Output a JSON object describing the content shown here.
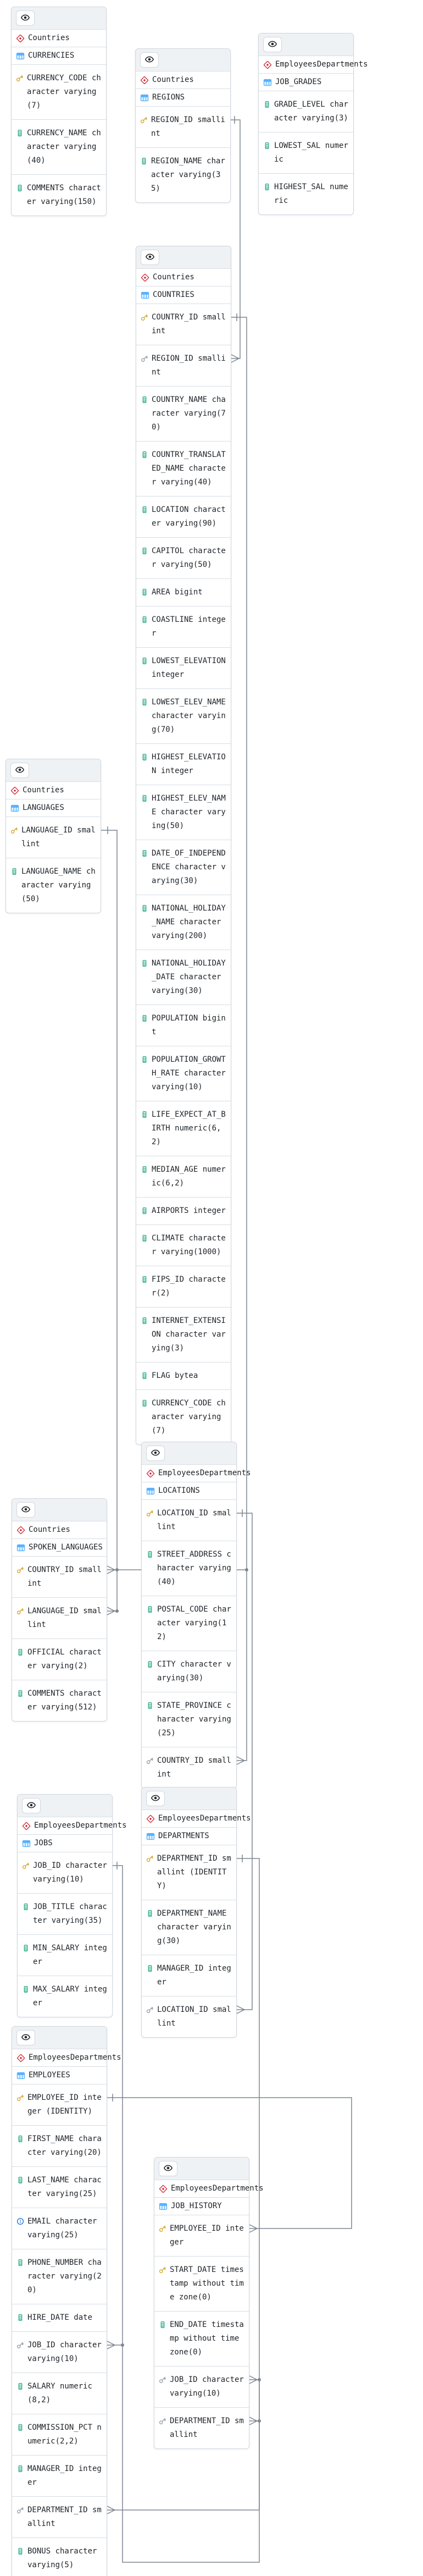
{
  "diagram": {
    "type": "entity-relationship-diagram",
    "schemas": [
      "Countries",
      "EmployeesDepartments"
    ],
    "colors": {
      "schema_icon": "#cf222e",
      "table_icon": "#54aeff",
      "primary_key_icon": "#d4a72c",
      "foreign_key_icon": "#979fa7",
      "column_icon": "#26a480",
      "unique_icon": "#0969da",
      "relationship_line": "#7d8590",
      "card_border": "#d0d7de",
      "header_bg": "#eff2f5"
    }
  },
  "tables": [
    {
      "id": "currencies",
      "schema": "Countries",
      "name": "CURRENCIES",
      "fields": [
        {
          "icon": "primary-key-icon",
          "text": "CURRENCY_CODE character varying(7)"
        },
        {
          "icon": "column-icon",
          "text": "CURRENCY_NAME character varying(40)"
        },
        {
          "icon": "column-icon",
          "text": "COMMENTS character varying(150)"
        }
      ]
    },
    {
      "id": "regions",
      "schema": "Countries",
      "name": "REGIONS",
      "fields": [
        {
          "icon": "primary-key-icon",
          "text": "REGION_ID smallint"
        },
        {
          "icon": "column-icon",
          "text": "REGION_NAME character varying(35)"
        }
      ]
    },
    {
      "id": "job_grades",
      "schema": "EmployeesDepartments",
      "name": "JOB_GRADES",
      "fields": [
        {
          "icon": "column-icon",
          "text": "GRADE_LEVEL character varying(3)"
        },
        {
          "icon": "column-icon",
          "text": "LOWEST_SAL numeric"
        },
        {
          "icon": "column-icon",
          "text": "HIGHEST_SAL numeric"
        }
      ]
    },
    {
      "id": "countries",
      "schema": "Countries",
      "name": "COUNTRIES",
      "fields": [
        {
          "icon": "primary-key-icon",
          "text": "COUNTRY_ID smallint"
        },
        {
          "icon": "foreign-key-icon",
          "text": "REGION_ID smallint"
        },
        {
          "icon": "column-icon",
          "text": "COUNTRY_NAME character varying(70)"
        },
        {
          "icon": "column-icon",
          "text": "COUNTRY_TRANSLATED_NAME character varying(40)"
        },
        {
          "icon": "column-icon",
          "text": "LOCATION character varying(90)"
        },
        {
          "icon": "column-icon",
          "text": "CAPITOL character varying(50)"
        },
        {
          "icon": "column-icon",
          "text": "AREA bigint"
        },
        {
          "icon": "column-icon",
          "text": "COASTLINE integer"
        },
        {
          "icon": "column-icon",
          "text": "LOWEST_ELEVATION integer"
        },
        {
          "icon": "column-icon",
          "text": "LOWEST_ELEV_NAME character varying(70)"
        },
        {
          "icon": "column-icon",
          "text": "HIGHEST_ELEVATION integer"
        },
        {
          "icon": "column-icon",
          "text": "HIGHEST_ELEV_NAME character varying(50)"
        },
        {
          "icon": "column-icon",
          "text": "DATE_OF_INDEPENDENCE character varying(30)"
        },
        {
          "icon": "column-icon",
          "text": "NATIONAL_HOLIDAY_NAME character varying(200)"
        },
        {
          "icon": "column-icon",
          "text": "NATIONAL_HOLIDAY_DATE character varying(30)"
        },
        {
          "icon": "column-icon",
          "text": "POPULATION bigint"
        },
        {
          "icon": "column-icon",
          "text": "POPULATION_GROWTH_RATE character varying(10)"
        },
        {
          "icon": "column-icon",
          "text": "LIFE_EXPECT_AT_BIRTH numeric(6,2)"
        },
        {
          "icon": "column-icon",
          "text": "MEDIAN_AGE numeric(6,2)"
        },
        {
          "icon": "column-icon",
          "text": "AIRPORTS integer"
        },
        {
          "icon": "column-icon",
          "text": "CLIMATE character varying(1000)"
        },
        {
          "icon": "column-icon",
          "text": "FIPS_ID character(2)"
        },
        {
          "icon": "column-icon",
          "text": "INTERNET_EXTENSION character varying(3)"
        },
        {
          "icon": "column-icon",
          "text": "FLAG bytea"
        },
        {
          "icon": "column-icon",
          "text": "CURRENCY_CODE character varying(7)"
        }
      ]
    },
    {
      "id": "languages",
      "schema": "Countries",
      "name": "LANGUAGES",
      "fields": [
        {
          "icon": "primary-key-icon",
          "text": "LANGUAGE_ID smallint"
        },
        {
          "icon": "column-icon",
          "text": "LANGUAGE_NAME character varying(50)"
        }
      ]
    },
    {
      "id": "locations",
      "schema": "EmployeesDepartments",
      "name": "LOCATIONS",
      "fields": [
        {
          "icon": "primary-key-icon",
          "text": "LOCATION_ID smallint"
        },
        {
          "icon": "column-icon",
          "text": "STREET_ADDRESS character varying(40)"
        },
        {
          "icon": "column-icon",
          "text": "POSTAL_CODE character varying(12)"
        },
        {
          "icon": "column-icon",
          "text": "CITY character varying(30)"
        },
        {
          "icon": "column-icon",
          "text": "STATE_PROVINCE character varying(25)"
        },
        {
          "icon": "foreign-key-icon",
          "text": "COUNTRY_ID smallint"
        }
      ]
    },
    {
      "id": "spoken_languages",
      "schema": "Countries",
      "name": "SPOKEN_LANGUAGES",
      "fields": [
        {
          "icon": "primary-key-icon",
          "text": "COUNTRY_ID smallint"
        },
        {
          "icon": "primary-key-icon",
          "text": "LANGUAGE_ID smallint"
        },
        {
          "icon": "column-icon",
          "text": "OFFICIAL character varying(2)"
        },
        {
          "icon": "column-icon",
          "text": "COMMENTS character varying(512)"
        }
      ]
    },
    {
      "id": "jobs",
      "schema": "EmployeesDepartments",
      "name": "JOBS",
      "fields": [
        {
          "icon": "primary-key-icon",
          "text": "JOB_ID character varying(10)"
        },
        {
          "icon": "column-icon",
          "text": "JOB_TITLE character varying(35)"
        },
        {
          "icon": "column-icon",
          "text": "MIN_SALARY integer"
        },
        {
          "icon": "column-icon",
          "text": "MAX_SALARY integer"
        }
      ]
    },
    {
      "id": "departments",
      "schema": "EmployeesDepartments",
      "name": "DEPARTMENTS",
      "fields": [
        {
          "icon": "primary-key-icon",
          "text": "DEPARTMENT_ID smallint (IDENTITY)"
        },
        {
          "icon": "column-icon",
          "text": "DEPARTMENT_NAME character varying(30)"
        },
        {
          "icon": "column-icon",
          "text": "MANAGER_ID integer"
        },
        {
          "icon": "foreign-key-icon",
          "text": "LOCATION_ID smallint"
        }
      ]
    },
    {
      "id": "employees",
      "schema": "EmployeesDepartments",
      "name": "EMPLOYEES",
      "fields": [
        {
          "icon": "primary-key-icon",
          "text": "EMPLOYEE_ID integer (IDENTITY)"
        },
        {
          "icon": "column-icon",
          "text": "FIRST_NAME character varying(20)"
        },
        {
          "icon": "column-icon",
          "text": "LAST_NAME character varying(25)"
        },
        {
          "icon": "unique-icon",
          "text": "EMAIL character varying(25)"
        },
        {
          "icon": "column-icon",
          "text": "PHONE_NUMBER character varying(20)"
        },
        {
          "icon": "column-icon",
          "text": "HIRE_DATE date"
        },
        {
          "icon": "foreign-key-icon",
          "text": "JOB_ID character varying(10)"
        },
        {
          "icon": "column-icon",
          "text": "SALARY numeric(8,2)"
        },
        {
          "icon": "column-icon",
          "text": "COMMISSION_PCT numeric(2,2)"
        },
        {
          "icon": "column-icon",
          "text": "MANAGER_ID integer"
        },
        {
          "icon": "foreign-key-icon",
          "text": "DEPARTMENT_ID smallint"
        },
        {
          "icon": "column-icon",
          "text": "BONUS character varying(5)"
        }
      ]
    },
    {
      "id": "job_history",
      "schema": "EmployeesDepartments",
      "name": "JOB_HISTORY",
      "fields": [
        {
          "icon": "primary-key-icon",
          "text": "EMPLOYEE_ID integer"
        },
        {
          "icon": "primary-key-icon",
          "text": "START_DATE timestamp without time zone(0)"
        },
        {
          "icon": "column-icon",
          "text": "END_DATE timestamp without time zone(0)"
        },
        {
          "icon": "foreign-key-icon",
          "text": "JOB_ID character varying(10)"
        },
        {
          "icon": "foreign-key-icon",
          "text": "DEPARTMENT_ID smallint"
        }
      ]
    }
  ],
  "relationships": [
    {
      "from": "REGIONS.REGION_ID",
      "to": "COUNTRIES.REGION_ID"
    },
    {
      "from": "COUNTRIES.COUNTRY_ID",
      "to": "SPOKEN_LANGUAGES.COUNTRY_ID"
    },
    {
      "from": "COUNTRIES.COUNTRY_ID",
      "to": "LOCATIONS.COUNTRY_ID"
    },
    {
      "from": "LANGUAGES.LANGUAGE_ID",
      "to": "SPOKEN_LANGUAGES.LANGUAGE_ID"
    },
    {
      "from": "LOCATIONS.LOCATION_ID",
      "to": "DEPARTMENTS.LOCATION_ID"
    },
    {
      "from": "JOBS.JOB_ID",
      "to": "EMPLOYEES.JOB_ID"
    },
    {
      "from": "JOBS.JOB_ID",
      "to": "JOB_HISTORY.JOB_ID"
    },
    {
      "from": "DEPARTMENTS.DEPARTMENT_ID",
      "to": "JOB_HISTORY.DEPARTMENT_ID"
    },
    {
      "from": "DEPARTMENTS.DEPARTMENT_ID",
      "to": "EMPLOYEES.DEPARTMENT_ID"
    },
    {
      "from": "EMPLOYEES.EMPLOYEE_ID",
      "to": "JOB_HISTORY.EMPLOYEE_ID"
    }
  ]
}
